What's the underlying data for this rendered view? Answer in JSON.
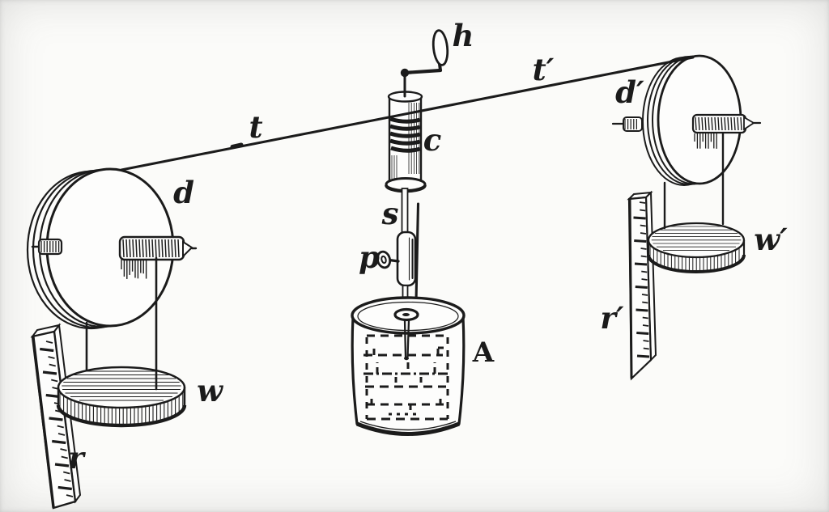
{
  "figure": {
    "kind": "engraved-apparatus-diagram",
    "ink_color": "#1b1b1b",
    "paper_color": "#fbfbf9",
    "labels": {
      "crank_handle": "h",
      "cord_left": "t",
      "cord_right": "t′",
      "pulley_left": "d",
      "pulley_right": "d′",
      "winding_drum": "c",
      "spindle": "s",
      "pin": "p",
      "vessel": "A",
      "weight_left": "w",
      "weight_right": "w′",
      "scale_left": "r",
      "scale_right": "r′"
    }
  }
}
